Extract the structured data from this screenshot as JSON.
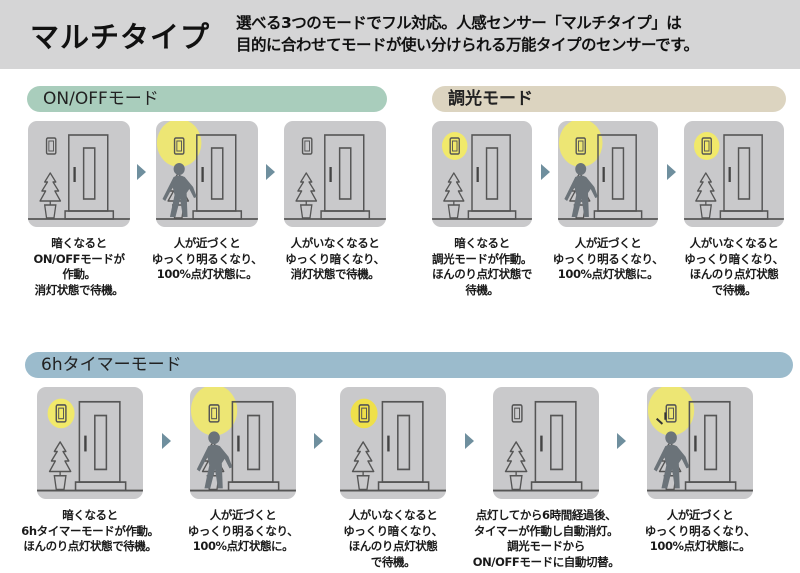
{
  "header": {
    "title": "マルチタイプ",
    "description_line1": "選べる3つのモードでフル対応。人感センサー「マルチタイプ」は",
    "description_line2": "目的に合わせてモードが使い分けられる万能タイプのセンサーです。",
    "background_color": "#d5d5d6"
  },
  "modes": [
    {
      "id": "onoff",
      "label": "ON/OFFモード",
      "bar_color": "#a9cdbc",
      "steps": [
        {
          "scene": "light-off",
          "caption": [
            "暗くなると",
            "ON/OFFモードが",
            "作動。",
            "消灯状態で待機。"
          ]
        },
        {
          "scene": "person-full-light",
          "caption": [
            "人が近づくと",
            "ゆっくり明るくなり、",
            "100%点灯状態に。"
          ]
        },
        {
          "scene": "light-off",
          "caption": [
            "人がいなくなると",
            "ゆっくり暗くなり、",
            "消灯状態で待機。"
          ]
        }
      ]
    },
    {
      "id": "dimming",
      "label": "調光モード",
      "bar_color": "#dcd4c0",
      "steps": [
        {
          "scene": "light-dim",
          "caption": [
            "暗くなると",
            "調光モードが作動。",
            "ほんのり点灯状態で",
            "待機。"
          ]
        },
        {
          "scene": "person-full-light",
          "caption": [
            "人が近づくと",
            "ゆっくり明るくなり、",
            "100%点灯状態に。"
          ]
        },
        {
          "scene": "light-dim",
          "caption": [
            "人がいなくなると",
            "ゆっくり暗くなり、",
            "ほんのり点灯状態",
            "で待機。"
          ]
        }
      ]
    },
    {
      "id": "timer",
      "label": "6hタイマーモード",
      "bar_color": "#9bbbcc",
      "steps": [
        {
          "scene": "light-dim",
          "caption": [
            "暗くなると",
            "6hタイマーモードが作動。",
            "ほんのり点灯状態で待機。"
          ]
        },
        {
          "scene": "person-full-light",
          "caption": [
            "人が近づくと",
            "ゆっくり明るくなり、",
            "100%点灯状態に。"
          ]
        },
        {
          "scene": "light-dim-bright",
          "caption": [
            "人がいなくなると",
            "ゆっくり暗くなり、",
            "ほんのり点灯状態",
            "で待機。"
          ]
        },
        {
          "scene": "light-off",
          "caption": [
            "点灯してから6時間経過後、",
            "タイマーが作動し自動消灯。",
            "調光モードから",
            "ON/OFFモードに自動切替。"
          ]
        },
        {
          "scene": "person-full-light-motion",
          "caption": [
            "人が近づくと",
            "ゆっくり明るくなり、",
            "100%点灯状態に。"
          ]
        }
      ]
    }
  ],
  "colors": {
    "panel_bg": "#c9c9cb",
    "line": "#555555",
    "light_glow": "#f1e96a",
    "light_dim_glow": "#efe04a",
    "person": "#6b7379",
    "arrow": "#6f8f9e"
  }
}
